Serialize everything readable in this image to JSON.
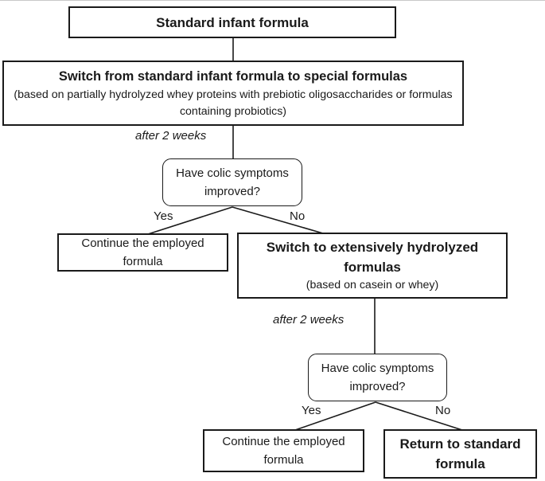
{
  "diagram_title": "Infant colic formula management flowchart",
  "nodes": {
    "standard_formula": {
      "label": "Standard infant formula"
    },
    "switch_special": {
      "title": "Switch from standard infant formula to special formulas",
      "subtitle": "(based on partially hydrolyzed whey proteins with prebiotic oligosaccharides or formulas containing probiotics)"
    },
    "decision_1": {
      "label": "Have colic symptoms improved?"
    },
    "continue_1": {
      "label": "Continue the employed formula"
    },
    "switch_ehf": {
      "title": "Switch to extensively hydrolyzed formulas",
      "subtitle": "(based on casein or whey)"
    },
    "decision_2": {
      "label": "Have colic symptoms improved?"
    },
    "continue_2": {
      "label": "Continue the employed formula"
    },
    "return_standard": {
      "label": "Return to standard formula"
    }
  },
  "edge_labels": {
    "after_2_weeks_1": "after 2 weeks",
    "yes_1": "Yes",
    "no_1": "No",
    "after_2_weeks_2": "after 2 weeks",
    "yes_2": "Yes",
    "no_2": "No"
  },
  "colors": {
    "line": "#1a1a1a",
    "background": "#ffffff",
    "text": "#1a1a1a"
  }
}
